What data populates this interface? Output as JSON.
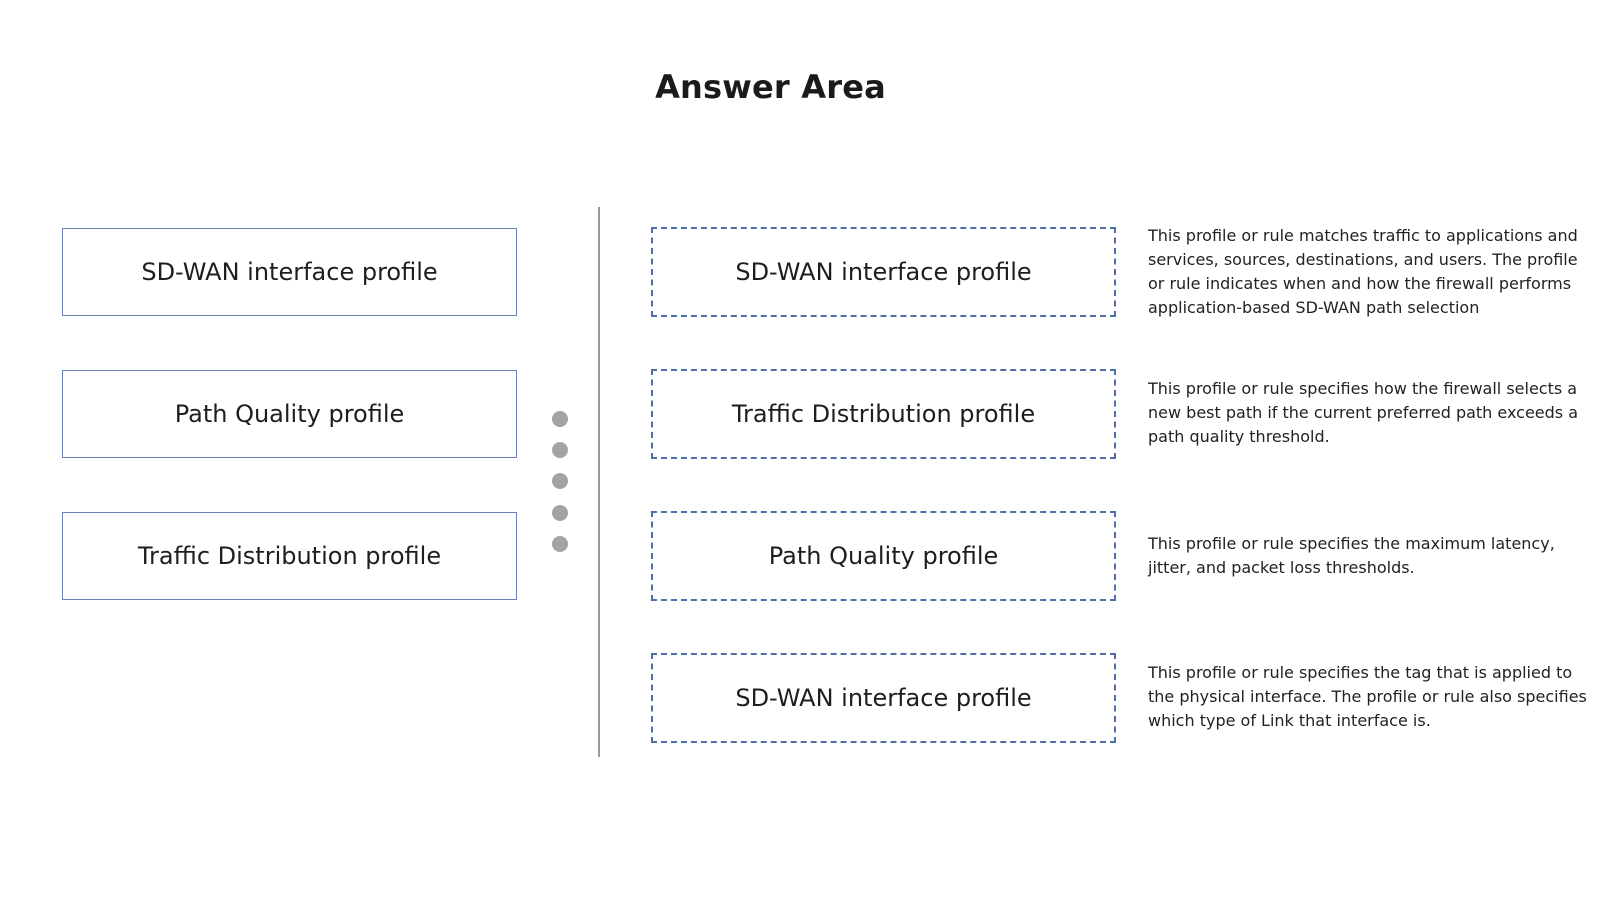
{
  "title": "Answer Area",
  "source_items": [
    {
      "label": "SD-WAN interface profile"
    },
    {
      "label": "Path Quality profile"
    },
    {
      "label": "Traffic Distribution profile"
    }
  ],
  "targets": [
    {
      "answer": "SD-WAN interface profile",
      "description": "This profile or rule matches traffic to applications and services, sources, destinations, and users. The profile or rule indicates when and how the firewall performs application-based SD-WAN path selection"
    },
    {
      "answer": "Traffic Distribution profile",
      "description": "This profile or rule specifies how the firewall selects a new best path if the current preferred path exceeds a path quality threshold."
    },
    {
      "answer": "Path Quality profile",
      "description": "This profile or rule specifies the maximum latency, jitter, and packet loss thresholds."
    },
    {
      "answer": "SD-WAN interface profile",
      "description": "This profile or rule specifies the tag that is applied to the physical interface. The profile or rule also specifies which type of Link that interface is."
    }
  ],
  "colors": {
    "source_border": "#6a82b3",
    "target_border": "#4f6fa8",
    "divider": "#9a9a9a",
    "handle_dots": "#a3a3a3"
  },
  "icons": {
    "drag_handle": "vertical-dots-icon"
  }
}
